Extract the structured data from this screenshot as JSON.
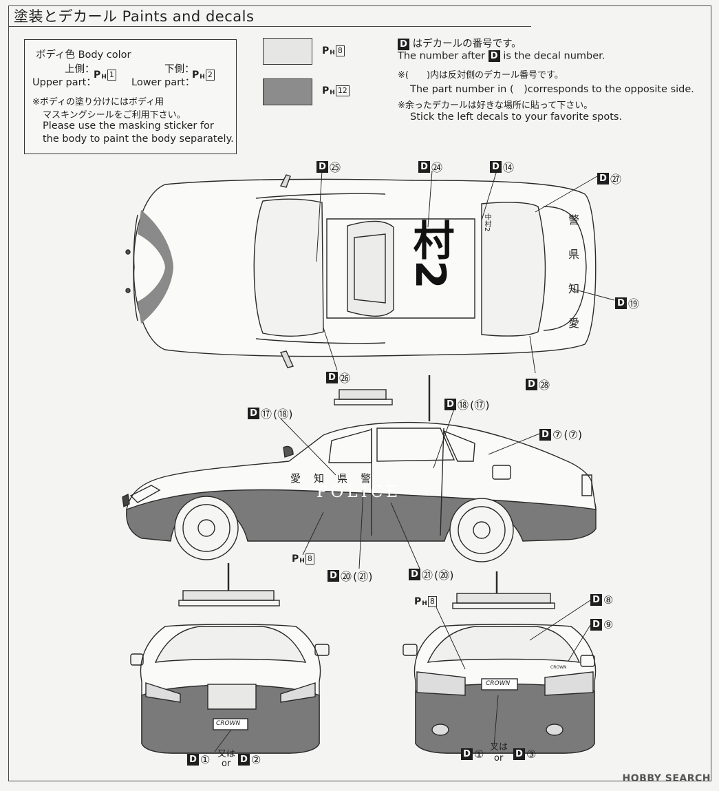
{
  "header": {
    "title": "塗装とデカール Paints and decals"
  },
  "body_color_box": {
    "heading": "ボディ色 Body color",
    "upper_jp": "上側：",
    "upper_en": "Upper part：",
    "upper_code": "1",
    "lower_jp": "下側：",
    "lower_en": "Lower part：",
    "lower_code": "2",
    "note_jp_1": "※ボディの塗り分けにはボディ用",
    "note_jp_2": "マスキングシールをご利用下さい。",
    "note_en_1": "Please use the masking sticker for",
    "note_en_2": "the body to paint the body separately."
  },
  "swatches": [
    {
      "code": "8",
      "color": "#e6e6e4"
    },
    {
      "code": "12",
      "color": "#8c8c8c"
    }
  ],
  "notes": {
    "line1_jp": "はデカールの番号です。",
    "line1_en_a": "The number after",
    "line1_en_b": "is the decal number.",
    "line2_jp": "※(　　)内は反対側のデカール番号です。",
    "line2_en": "The part number in (　)corresponds to the opposite side.",
    "line3_jp": "※余ったデカールは好きな場所に貼って下さい。",
    "line3_en": "Stick the left decals to your favorite spots."
  },
  "badge_letter": "D",
  "ph_prefix": "P",
  "ph_sub": "H",
  "top_view": {
    "d25": "㉕",
    "d24": "㉔",
    "d14": "⑭",
    "d27": "㉗",
    "d19": "⑲",
    "d26": "㉖",
    "d28": "㉘",
    "roof_number": "村2",
    "trunk_chars": [
      "警",
      "県",
      "知",
      "愛"
    ],
    "small_mark": "中村2"
  },
  "side_view": {
    "d17": "⑰",
    "d17_opp": "(⑱)",
    "d18": "⑱",
    "d18_opp": "(⑰)",
    "d7": "⑦",
    "d7_opp": "(⑦)",
    "d20": "⑳",
    "d20_opp": "(㉑)",
    "d21": "㉑",
    "d21_opp": "(⑳)",
    "ph_code": "8",
    "door_text": "愛　知　県　警",
    "police_text": "POLICE"
  },
  "front_view": {
    "d1": "①",
    "or_jp": "又は",
    "or_en": "or",
    "d2": "②",
    "plate": "CROWN"
  },
  "rear_view": {
    "ph_code": "8",
    "d8": "⑧",
    "d9": "⑨",
    "d1": "①",
    "or_jp": "又は",
    "or_en": "or",
    "d3": "③",
    "plate": "CROWN",
    "badge": "CROWN"
  },
  "watermark": "HOBBY SEARCH"
}
